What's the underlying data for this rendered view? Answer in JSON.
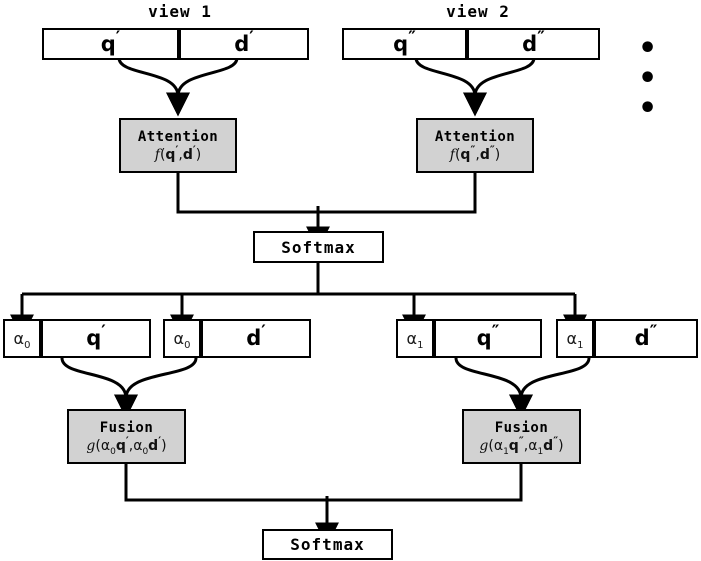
{
  "diagram": {
    "title": "multi-view attention fusion architecture",
    "colors": {
      "shaded_box": "#d2d2d2",
      "plain_box": "#ffffff",
      "stroke": "#000000"
    },
    "view_labels": [
      {
        "name": "view-1-label",
        "text": "view 1"
      },
      {
        "name": "view-2-label",
        "text": "view 2"
      }
    ],
    "ellipsis": "• • •",
    "input_boxes": [
      {
        "name": "input-q-view1",
        "symbol": "q",
        "prime": "′"
      },
      {
        "name": "input-d-view1",
        "symbol": "d",
        "prime": "′"
      },
      {
        "name": "input-q-view2",
        "symbol": "q",
        "prime": "″"
      },
      {
        "name": "input-d-view2",
        "symbol": "d",
        "prime": "″"
      }
    ],
    "attention_blocks": [
      {
        "name": "attention-view1",
        "title": "Attention",
        "fn": "f",
        "args": "(q′,d′)"
      },
      {
        "name": "attention-view2",
        "title": "Attention",
        "fn": "f",
        "args": "(q″,d″)"
      }
    ],
    "softmax_top": {
      "name": "softmax-top",
      "label": "Softmax"
    },
    "weighted_boxes": [
      {
        "name": "alpha-q-view1",
        "alpha": "α",
        "index": "0",
        "symbol": "q",
        "prime": "′"
      },
      {
        "name": "alpha-d-view1",
        "alpha": "α",
        "index": "0",
        "symbol": "d",
        "prime": "′"
      },
      {
        "name": "alpha-q-view2",
        "alpha": "α",
        "index": "1",
        "symbol": "q",
        "prime": "″"
      },
      {
        "name": "alpha-d-view2",
        "alpha": "α",
        "index": "1",
        "symbol": "d",
        "prime": "″"
      }
    ],
    "fusion_blocks": [
      {
        "name": "fusion-view1",
        "title": "Fusion",
        "fn": "g",
        "args": "(α₀q′,α₀d′)",
        "alpha_index": "0",
        "sym1": "q",
        "sym2": "d",
        "prime": "′"
      },
      {
        "name": "fusion-view2",
        "title": "Fusion",
        "fn": "g",
        "args": "(α₁q″,α₁d″)",
        "alpha_index": "1",
        "sym1": "q",
        "sym2": "d",
        "prime": "″"
      }
    ],
    "softmax_bottom": {
      "name": "softmax-bottom",
      "label": "Softmax"
    }
  }
}
